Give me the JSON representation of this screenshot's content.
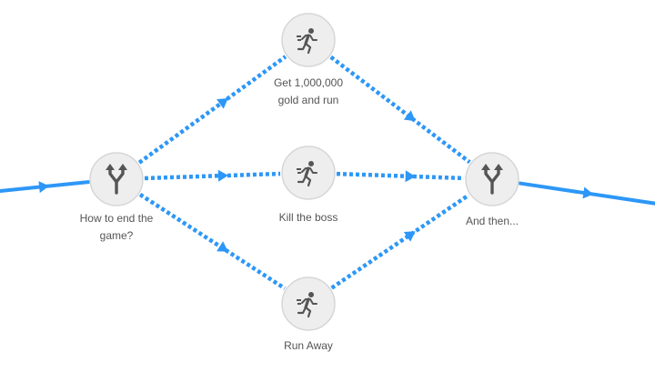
{
  "diagram": {
    "edge_color": "#2d97f7",
    "node_fill": "#eeeeee",
    "nodes": [
      {
        "id": "choice-start",
        "label_lines": [
          "How to end the",
          "game?"
        ],
        "icon": "fork-icon"
      },
      {
        "id": "action-gold",
        "label_lines": [
          "Get 1,000,000",
          "gold and run"
        ],
        "icon": "running-person-icon"
      },
      {
        "id": "action-boss",
        "label_lines": [
          "Kill the boss"
        ],
        "icon": "running-person-icon"
      },
      {
        "id": "action-run",
        "label_lines": [
          "Run Away"
        ],
        "icon": "running-person-icon"
      },
      {
        "id": "choice-end",
        "label_lines": [
          "And then..."
        ],
        "icon": "fork-icon"
      }
    ],
    "edges": [
      {
        "from": "entry",
        "to": "choice-start",
        "style": "solid"
      },
      {
        "from": "choice-start",
        "to": "action-gold",
        "style": "dashed"
      },
      {
        "from": "choice-start",
        "to": "action-boss",
        "style": "dashed"
      },
      {
        "from": "choice-start",
        "to": "action-run",
        "style": "dashed"
      },
      {
        "from": "action-gold",
        "to": "choice-end",
        "style": "dashed"
      },
      {
        "from": "action-boss",
        "to": "choice-end",
        "style": "dashed"
      },
      {
        "from": "action-run",
        "to": "choice-end",
        "style": "dashed"
      },
      {
        "from": "choice-end",
        "to": "exit",
        "style": "solid"
      }
    ]
  }
}
